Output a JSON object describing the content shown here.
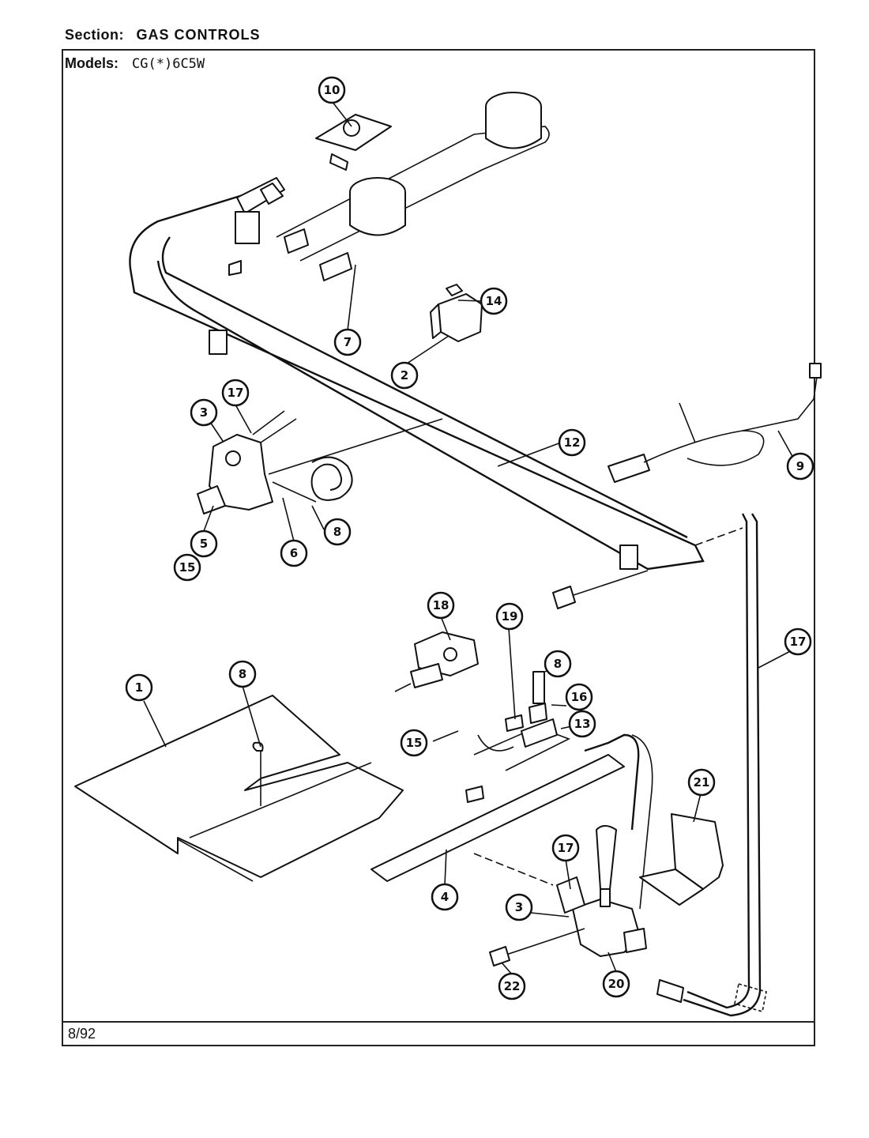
{
  "header": {
    "section_label": "Section:",
    "section_value": "GAS CONTROLS",
    "models_label": "Models:",
    "models_value": "CG(*)6C5W"
  },
  "footer": {
    "date": "8/92"
  },
  "callouts": [
    "10",
    "14",
    "7",
    "2",
    "17",
    "3",
    "12",
    "9",
    "8",
    "5",
    "6",
    "15",
    "18",
    "19",
    "8",
    "16",
    "17",
    "1",
    "8",
    "15",
    "13",
    "21",
    "17",
    "4",
    "3",
    "22",
    "20"
  ]
}
